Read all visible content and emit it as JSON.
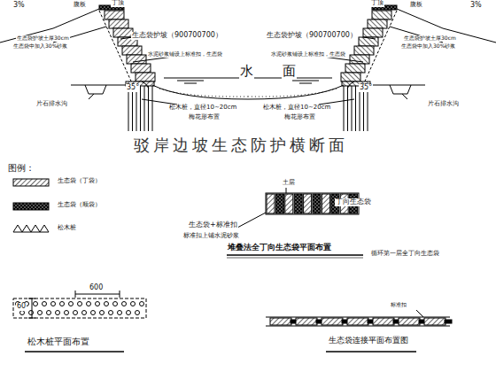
{
  "diagram": {
    "title": "驳岸边坡生态防护横断面",
    "labels": [
      "3%",
      "3%",
      "腹板",
      "丁顶",
      "丁顶",
      "腹板",
      "生态袋护坡土厚30cm",
      "生态袋中加入30%砂浆",
      "生态袋护坡（900700700）",
      "生态袋护坡（900700700）",
      "水泥砂浆铺设上标准扣，生态袋",
      "水泥砂浆铺设上标准扣，生态袋",
      "水",
      "面",
      "35°",
      "35°",
      "生态袋护坡土厚30cm",
      "生态袋中加入30%砂浆",
      "片石排水沟",
      "片石排水沟",
      "松木桩，直径10~20cm",
      "松木桩，直径10~20cm",
      "梅花形布置",
      "梅花形布置",
      "图例：",
      "土层",
      "丁向生态袋",
      "生态袋+标准扣",
      "标准扣上铺水泥砂浆",
      "堆叠法全丁向生态袋平面布置",
      "循环第一层全丁向生态袋",
      "600",
      "60",
      "标准扣",
      "松木桩平面布置",
      "生态袋连接平面布置图"
    ],
    "legend": [
      {
        "text": "生态袋（丁袋）"
      },
      {
        "text": "生态袋（顺袋）"
      },
      {
        "text": "松木桩"
      }
    ]
  }
}
